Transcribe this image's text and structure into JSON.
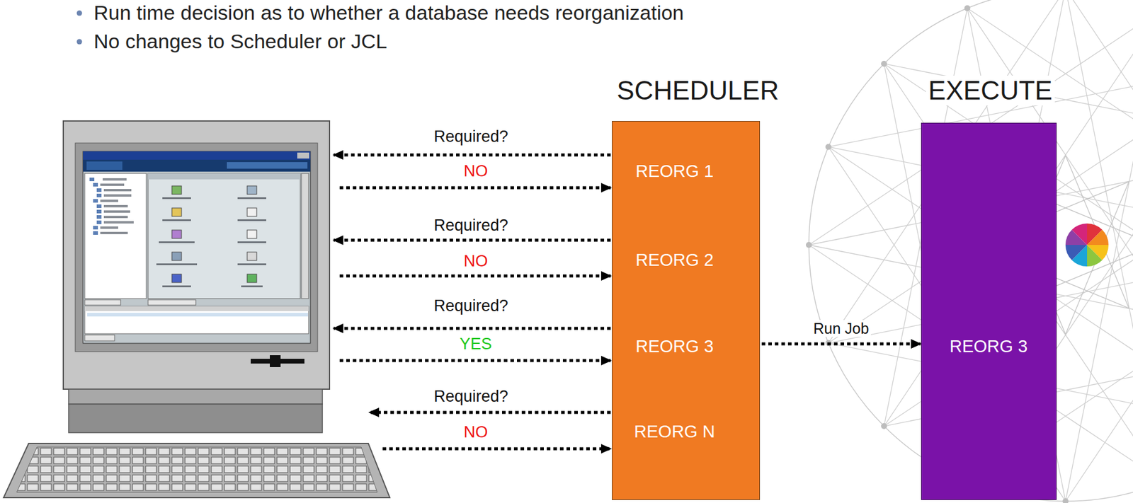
{
  "diagram": {
    "nodes": [
      {
        "text": [
          "SCHEDULER",
          "REORG 1",
          "REORG 2",
          "REORG 3",
          "REORG N"
        ]
      },
      {
        "text": [
          "EXECUTE",
          "REORG 3"
        ]
      }
    ],
    "edges": [
      {
        "from": 0,
        "to": 1,
        "arrow": "to",
        "label": "Run Job"
      }
    ],
    "labels": [
      "Run time decision as to whether a database needs reorganization",
      "No changes to Scheduler or JCL",
      "Required?",
      "NO",
      "Required?",
      "NO",
      "Required?",
      "YES",
      "Required?",
      "NO"
    ]
  }
}
